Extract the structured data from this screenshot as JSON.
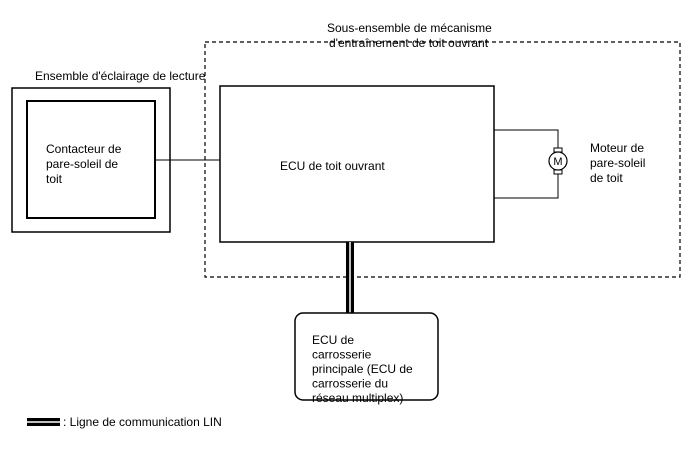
{
  "subassembly": {
    "label_lines": [
      "Sous-ensemble de mécanisme",
      "d'entraînement de toit ouvrant"
    ]
  },
  "reading_light_assembly": {
    "label": "Ensemble d'éclairage de lecture",
    "switch": {
      "label_lines": [
        "Contacteur de",
        "pare-soleil de",
        "toit"
      ]
    }
  },
  "sunroof_ecu": {
    "label": "ECU de toit ouvrant"
  },
  "motor": {
    "symbol": "M",
    "label_lines": [
      "Moteur de",
      "pare-soleil",
      "de toit"
    ]
  },
  "main_body_ecu": {
    "label_lines": [
      "ECU de",
      "carrosserie",
      "principale (ECU de",
      "carrosserie du",
      "réseau multiplex)"
    ]
  },
  "legend": {
    "lin_line_label": ": Ligne de communication LIN"
  },
  "colors": {
    "line": "#000000",
    "background": "#ffffff"
  }
}
